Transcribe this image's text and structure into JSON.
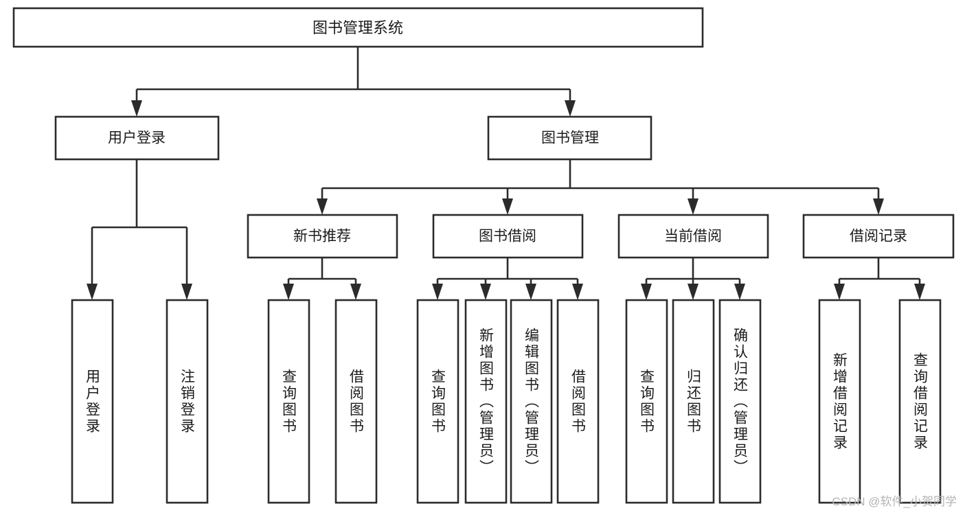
{
  "diagram": {
    "title": "图书管理系统",
    "type": "tree-hierarchy",
    "orientation": "top-down",
    "root": {
      "label": "图书管理系统"
    },
    "level2": [
      {
        "id": "user-login",
        "label": "用户登录"
      },
      {
        "id": "book-management",
        "label": "图书管理"
      }
    ],
    "level3": [
      {
        "id": "new-book-recommend",
        "label": "新书推荐",
        "parent": "book-management"
      },
      {
        "id": "book-borrow",
        "label": "图书借阅",
        "parent": "book-management"
      },
      {
        "id": "current-borrow",
        "label": "当前借阅",
        "parent": "book-management"
      },
      {
        "id": "borrow-record",
        "label": "借阅记录",
        "parent": "book-management"
      }
    ],
    "leaves": {
      "user-login": [
        {
          "id": "leaf-user-login",
          "label": "用户登录"
        },
        {
          "id": "leaf-user-logout",
          "label": "注销登录"
        }
      ],
      "new-book-recommend": [
        {
          "id": "leaf-query-book-1",
          "label": "查询图书"
        },
        {
          "id": "leaf-borrow-book-1",
          "label": "借阅图书"
        }
      ],
      "book-borrow": [
        {
          "id": "leaf-query-book-2",
          "label": "查询图书"
        },
        {
          "id": "leaf-add-book",
          "label": "新增图书（管理员）"
        },
        {
          "id": "leaf-edit-book",
          "label": "编辑图书（管理员）"
        },
        {
          "id": "leaf-borrow-book-2",
          "label": "借阅图书"
        }
      ],
      "current-borrow": [
        {
          "id": "leaf-query-book-3",
          "label": "查询图书"
        },
        {
          "id": "leaf-return-book",
          "label": "归还图书"
        },
        {
          "id": "leaf-confirm-return",
          "label": "确认归还（管理员）"
        }
      ],
      "borrow-record": [
        {
          "id": "leaf-add-record",
          "label": "新增借阅记录"
        },
        {
          "id": "leaf-query-record",
          "label": "查询借阅记录"
        }
      ]
    }
  },
  "watermark": {
    "text": "CSDN @软件_小贺同学"
  },
  "colors": {
    "stroke": "#2b2b2b",
    "box_fill": "#ffffff",
    "text": "#1b1b1b",
    "watermark": "#b4b4b4",
    "background": "#ffffff"
  }
}
